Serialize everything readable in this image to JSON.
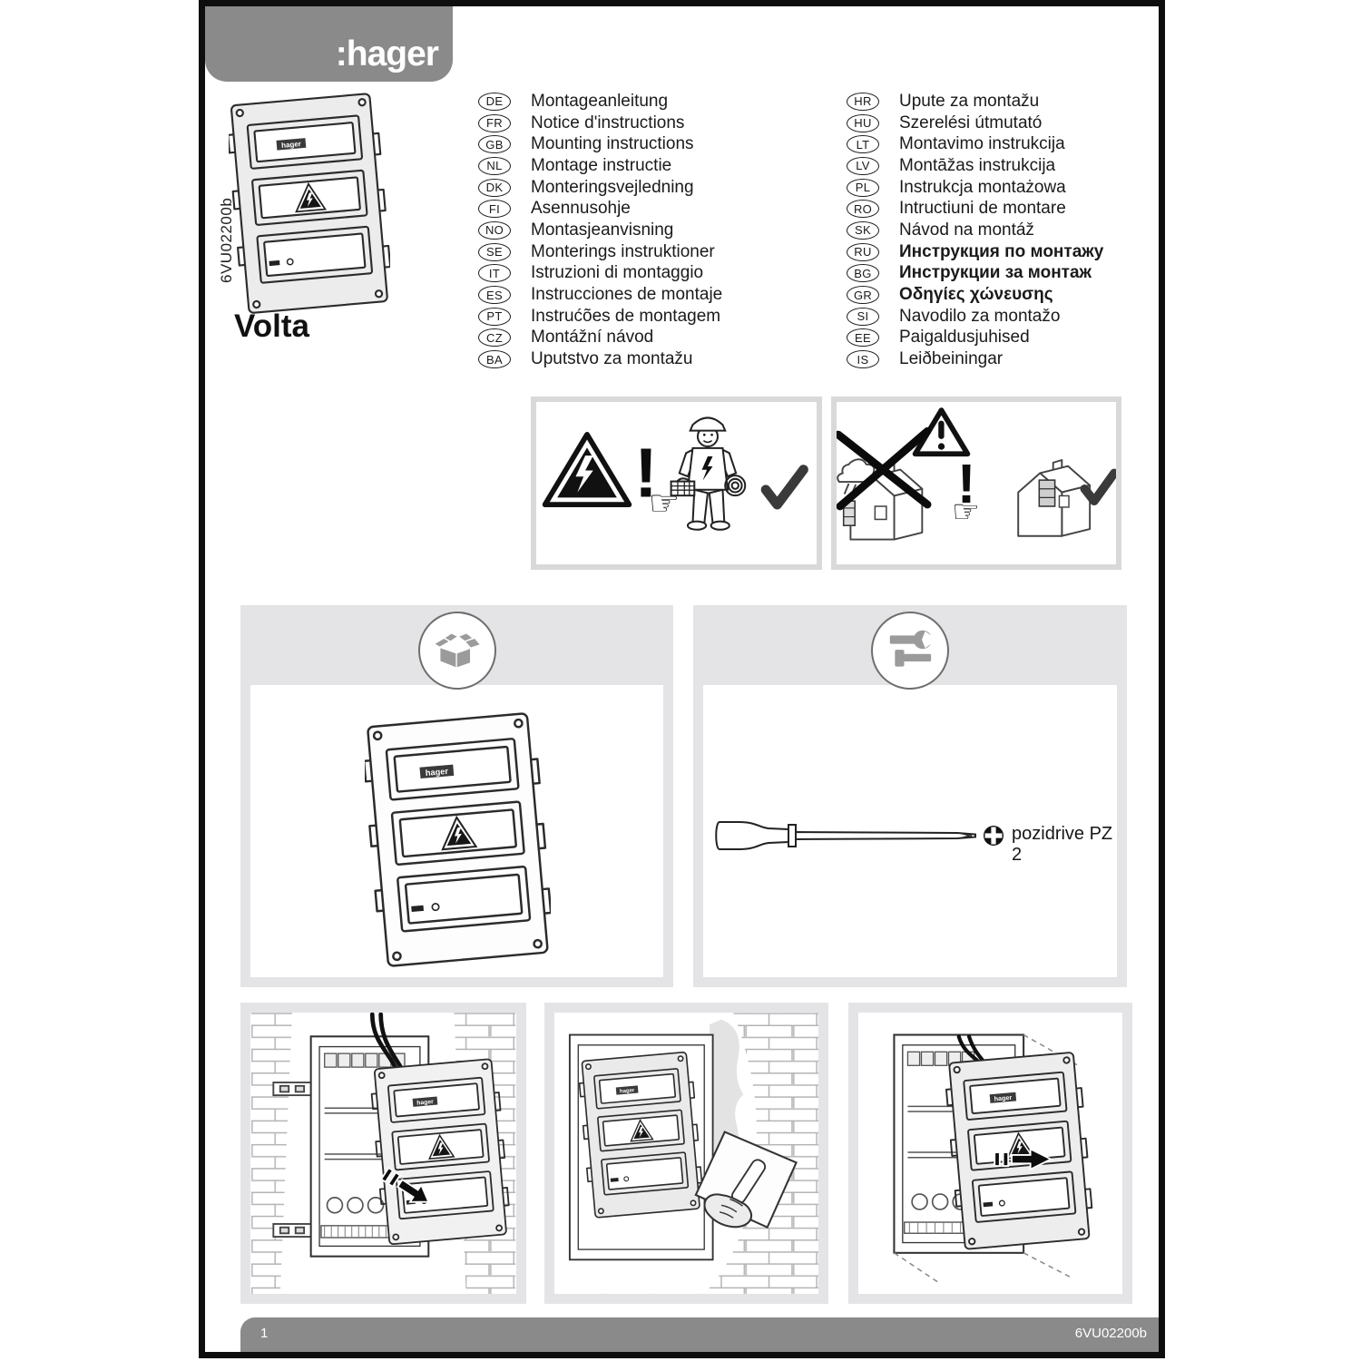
{
  "header": {
    "brand": ":hager",
    "brand_mini": "hager"
  },
  "product": {
    "code": "6VU02200b",
    "name": "Volta"
  },
  "languages": {
    "column1": [
      {
        "code": "DE",
        "label": "Montageanleitung"
      },
      {
        "code": "FR",
        "label": "Notice d'instructions"
      },
      {
        "code": "GB",
        "label": "Mounting instructions"
      },
      {
        "code": "NL",
        "label": "Montage instructie"
      },
      {
        "code": "DK",
        "label": "Monteringsvejledning"
      },
      {
        "code": "FI",
        "label": "Asennusohje"
      },
      {
        "code": "NO",
        "label": "Montasjeanvisning"
      },
      {
        "code": "SE",
        "label": "Monterings instruktioner"
      },
      {
        "code": "IT",
        "label": "Istruzioni di montaggio"
      },
      {
        "code": "ES",
        "label": "Instrucciones de montaje"
      },
      {
        "code": "PT",
        "label": "Instrućões de montagem"
      },
      {
        "code": "CZ",
        "label": "Montážní návod"
      },
      {
        "code": "BA",
        "label": "Uputstvo za montažu"
      }
    ],
    "column2": [
      {
        "code": "HR",
        "label": "Upute za montažu"
      },
      {
        "code": "HU",
        "label": "Szerelési útmutató"
      },
      {
        "code": "LT",
        "label": "Montavimo instrukcija"
      },
      {
        "code": "LV",
        "label": "Montāžas instrukcija"
      },
      {
        "code": "PL",
        "label": "Instrukcja montażowa"
      },
      {
        "code": "RO",
        "label": "Intructiuni de montare"
      },
      {
        "code": "SK",
        "label": "Návod na montáž"
      },
      {
        "code": "RU",
        "label": "Инструкция по монтажу",
        "bold": true
      },
      {
        "code": "BG",
        "label": "Инструкции за монтаж",
        "bold": true
      },
      {
        "code": "GR",
        "label": "Οδηγίες χώνευσης",
        "bold": true
      },
      {
        "code": "SI",
        "label": "Navodilo za montažo"
      },
      {
        "code": "EE",
        "label": "Paigaldusjuhised"
      },
      {
        "code": "IS",
        "label": "Leiðbeiningar"
      }
    ]
  },
  "tools": {
    "screwdriver_label": "pozidrive PZ 2"
  },
  "icons": {
    "exclamation": "!",
    "pointing_hand": "☞"
  },
  "footer": {
    "page_number": "1",
    "doc_code": "6VU02200b"
  },
  "colors": {
    "bar_gray": "#8a8a8a",
    "panel_border": "#e4e4e6",
    "warn_border": "#d9d9d9",
    "ink": "#1a1a1a"
  }
}
